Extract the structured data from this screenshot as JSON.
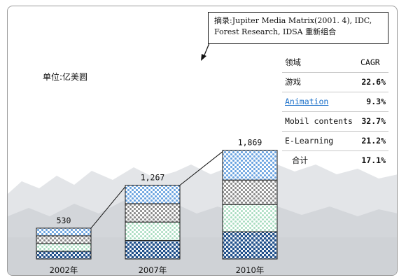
{
  "source_note": "摘录:Jupiter Media Matrix(2001. 4), IDC,\nForest Research, IDSA 重新组合",
  "unit_label": "单位:亿美圆",
  "cagr_table": {
    "header": {
      "label": "领域",
      "value": "CAGR"
    },
    "rows": [
      {
        "label": "游戏",
        "value": "22.6%",
        "link": false
      },
      {
        "label": "Animation",
        "value": "9.3%",
        "link": true
      },
      {
        "label": "Mobil contents",
        "value": "32.7%",
        "link": false
      },
      {
        "label": "E-Learning",
        "value": "21.2%",
        "link": false
      }
    ],
    "total": {
      "label": "合计",
      "value": "17.1%"
    }
  },
  "colors": {
    "light_blue_check": "#9cc4ee",
    "gray_check": "#a9a9a9",
    "light_green_check": "#c9ecd9",
    "dark_blue_check": "#1f4f8a",
    "mountain_gray": "#d6d8db"
  },
  "chart_data": {
    "type": "bar",
    "stacked": true,
    "categories": [
      "2002年",
      "2007年",
      "2010年"
    ],
    "totals": [
      530,
      1267,
      1869
    ],
    "total_labels": [
      "530",
      "1,267",
      "1,869"
    ],
    "segment_fractions": [
      [
        0.25,
        0.25,
        0.25,
        0.25
      ],
      [
        0.25,
        0.25,
        0.25,
        0.25
      ],
      [
        0.275,
        0.225,
        0.25,
        0.25
      ]
    ],
    "ylim": [
      0,
      1900
    ]
  }
}
